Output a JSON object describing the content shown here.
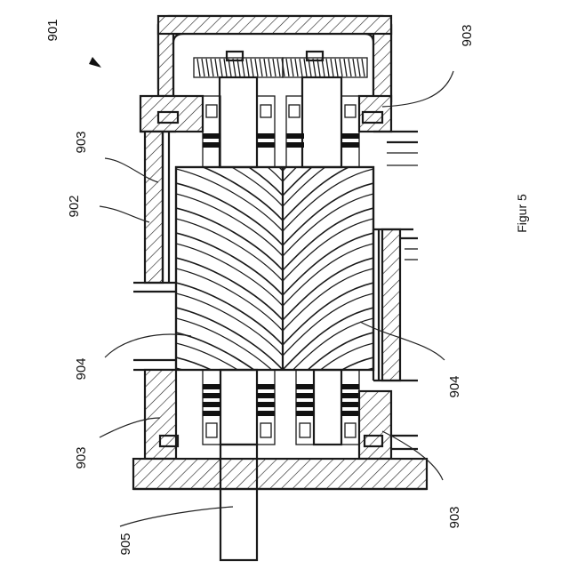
{
  "figure": {
    "title": "Figur 5",
    "labels": {
      "assembly": "901",
      "housing": "902",
      "bearing_top_left": "903",
      "bearing_top_right": "903",
      "bearing_bottom_left": "903",
      "bearing_bottom_right": "903",
      "rotor_left": "904",
      "rotor_right": "904",
      "shaft": "905"
    }
  }
}
